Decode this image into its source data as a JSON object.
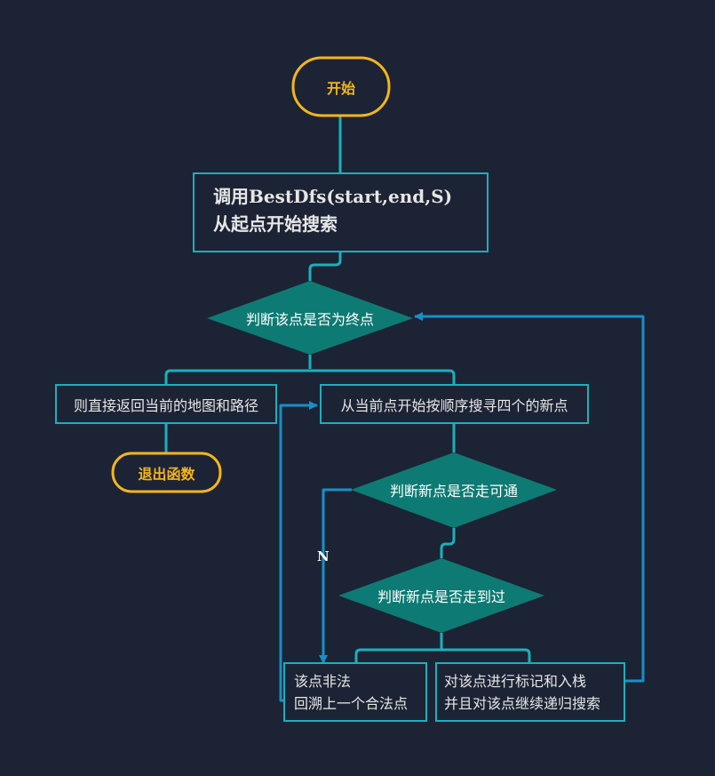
{
  "nodes": {
    "start": "开始",
    "call_line1_prefix": "调用",
    "call_line1_code": "BestDfs(start,end,S)",
    "call_line2": "从起点开始搜索",
    "judge_end": "判断该点是否为终点",
    "return_path": "则直接返回当前的地图和路径",
    "exit": "退出函数",
    "search_new": "从当前点开始按顺序搜寻四个的新点",
    "judge_reachable": "判断新点是否走可通",
    "judge_visited": "判断新点是否走到过",
    "illegal_line1": "该点非法",
    "illegal_line2": "回溯上一个合法点",
    "mark_line1": "对该点进行标记和入栈",
    "mark_line2": "并且对该点继续递归搜索"
  },
  "edge_labels": {
    "n": "N"
  },
  "colors": {
    "background": "#1c2334",
    "terminal_border": "#f3b51a",
    "box_border": "#1ab0bd",
    "diamond_fill": "#0d7a73",
    "connector": "#1ab0bd",
    "arrow": "#1790c6"
  }
}
